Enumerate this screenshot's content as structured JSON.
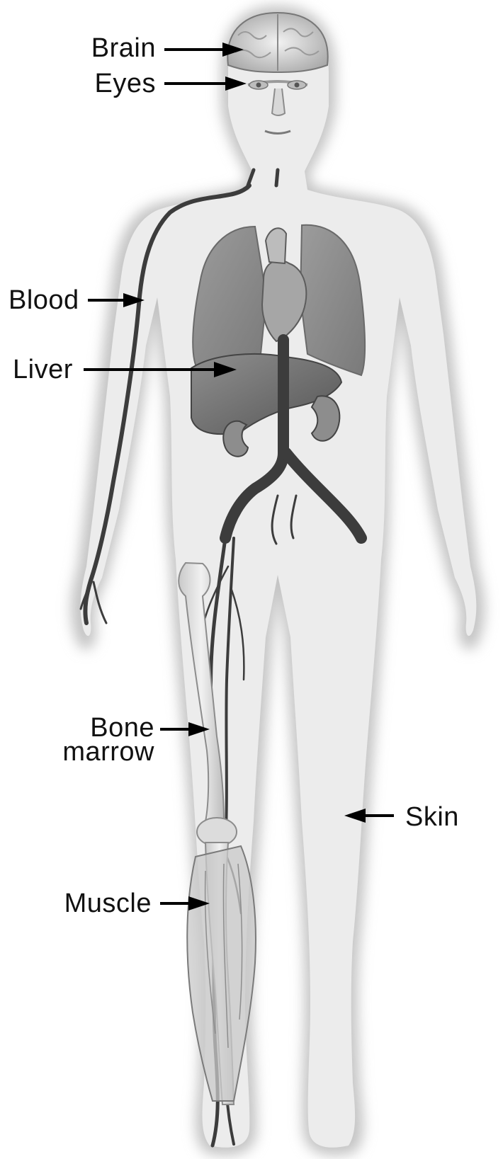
{
  "labels": {
    "brain": "Brain",
    "eyes": "Eyes",
    "blood": "Blood",
    "liver": "Liver",
    "bone_marrow_line1": "Bone",
    "bone_marrow_line2": "marrow",
    "skin": "Skin",
    "muscle": "Muscle"
  },
  "colors": {
    "background": "#ffffff",
    "body_fill": "#ececec",
    "body_halo": "#c8c8c8",
    "organ_dark": "#6e6e6e",
    "organ_mid": "#9a9a9a",
    "organ_light": "#c4c4c4",
    "vessel": "#3c3c3c",
    "bone": "#e2e2e2",
    "label_text": "#111111",
    "arrow": "#000000"
  },
  "icons": {
    "figure": "human-body-anatomy-illustration",
    "pointer": "arrow-icon"
  }
}
